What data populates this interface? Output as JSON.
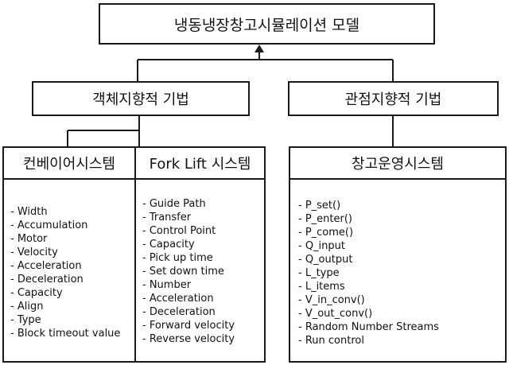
{
  "title": "냉동냉장창고시뮬레이션 모델",
  "object_method": "객체지향적 기법",
  "aspect_method": "관점지향적 기법",
  "conveyor": {
    "header": "컨베이어시스템",
    "items": [
      "- Width",
      "- Accumulation",
      "- Motor",
      "- Velocity",
      "- Acceleration",
      "- Deceleration",
      "- Capacity",
      "- Align",
      "- Type",
      "- Block timeout value"
    ]
  },
  "forklift": {
    "header": "Fork Lift 시스템",
    "items": [
      "- Guide Path",
      "- Transfer",
      "- Control Point",
      "- Capacity",
      "- Pick up time",
      "- Set down time",
      "- Number",
      "- Acceleration",
      "- Deceleration",
      "- Forward velocity",
      "- Reverse velocity"
    ]
  },
  "warehouse": {
    "header": "창고운영시스템",
    "items": [
      "- P_set()",
      "- P_enter()",
      "- P_come()",
      "- Q_input",
      "- Q_output",
      "- L_type",
      "- L_items",
      "- V_in_conv()",
      "- V_out_conv()",
      "- Random Number Streams",
      "- Run control"
    ]
  }
}
